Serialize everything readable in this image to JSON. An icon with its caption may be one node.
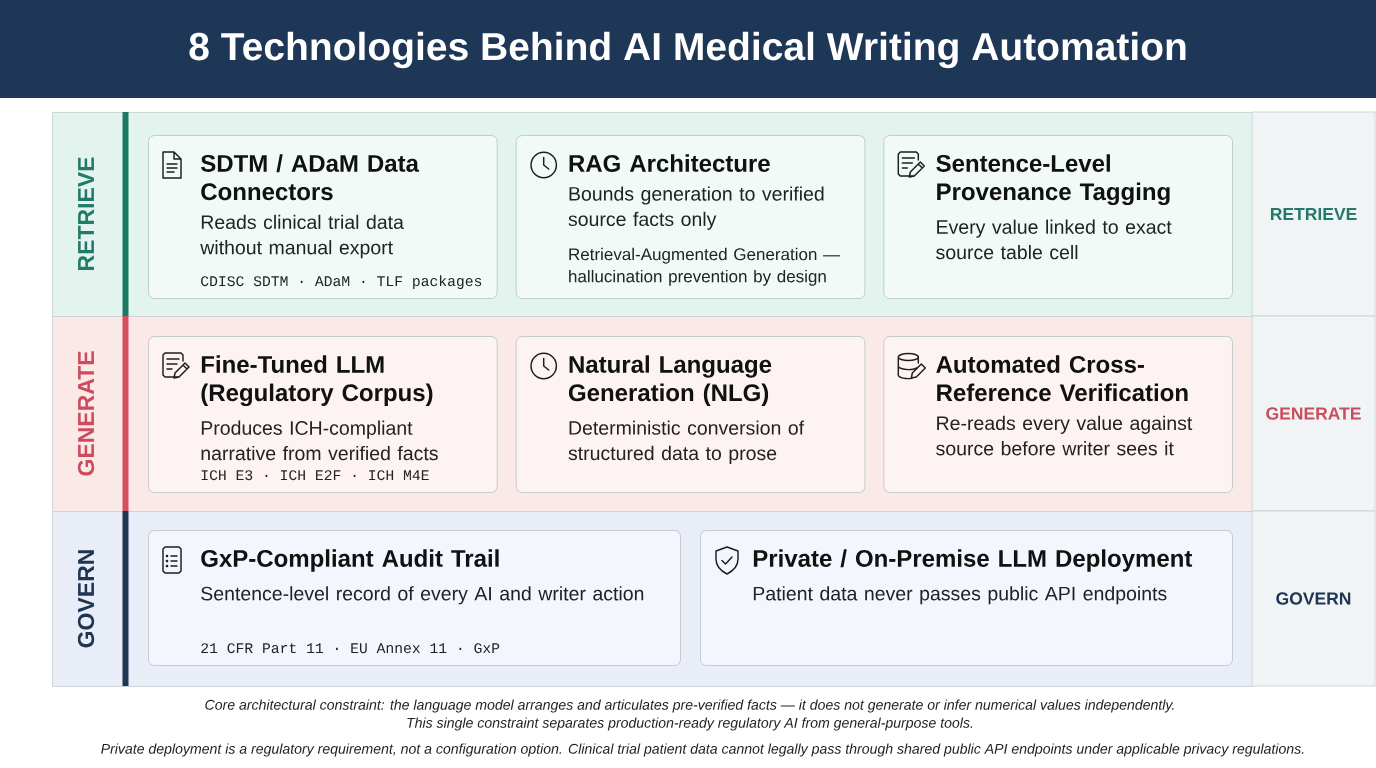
{
  "diagram": {
    "title": "8 Technologies Behind AI Medical Writing Automation",
    "nodes": [
      {
        "text": [
          "RETRIEVE"
        ]
      },
      {
        "text": [
          "SDTM / ADaM Data Connectors",
          "Reads clinical trial data without manual export",
          "CDISC SDTM · ADaM · TLF packages"
        ],
        "in": 0
      },
      {
        "text": [
          "RAG Architecture",
          "Bounds generation to verified source facts only",
          "Retrieval-Augmented Generation — hallucination prevention by design"
        ],
        "in": 0
      },
      {
        "text": [
          "Sentence-Level Provenance Tagging",
          "Every value linked to exact source table cell"
        ],
        "in": 0
      },
      {
        "text": [
          "RETRIEVE"
        ]
      },
      {
        "text": [
          "GENERATE"
        ]
      },
      {
        "text": [
          "Fine-Tuned LLM (Regulatory Corpus)",
          "Produces ICH-compliant narrative from verified facts",
          "ICH E3 · ICH E2F · ICH M4E"
        ],
        "in": 5
      },
      {
        "text": [
          "Natural Language Generation (NLG)",
          "Deterministic conversion of structured data to prose"
        ],
        "in": 5
      },
      {
        "text": [
          "Automated Cross-Reference Verification",
          "Re-reads every value against source before writer sees it"
        ],
        "in": 5
      },
      {
        "text": [
          "GENERATE"
        ]
      },
      {
        "text": [
          "GOVERN"
        ]
      },
      {
        "text": [
          "GxP-Compliant Audit Trail",
          "Sentence-level record of every AI and writer action",
          "21 CFR Part 11 · EU Annex 11 · GxP"
        ],
        "in": 10
      },
      {
        "text": [
          "Private / On-Premise LLM Deployment",
          "Patient data never passes public API endpoints"
        ],
        "in": 10
      },
      {
        "text": [
          "GOVERN"
        ]
      }
    ],
    "labels": [
      "Core architectural constraint: the language model arranges and articulates pre-verified facts — it does not generate or infer numerical values independently.",
      "This single constraint separates production-ready regulatory AI from general-purpose tools.",
      "Private deployment is a regulatory requirement, not a configuration option. Clinical trial patient data cannot legally pass through shared public API endpoints under applicable privacy regulations."
    ]
  }
}
